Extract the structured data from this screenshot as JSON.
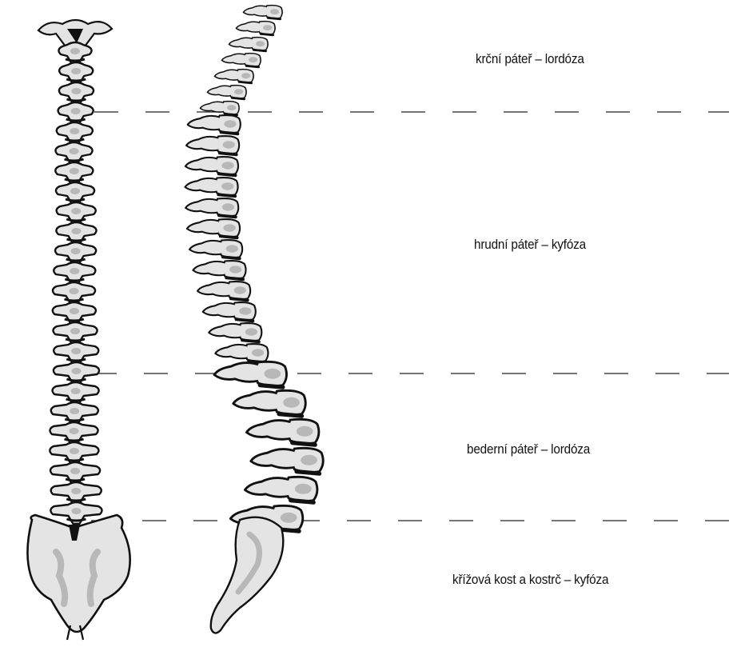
{
  "labels": {
    "cervical": "krční páteř – lordóza",
    "thoracic": "hrudní páteř – kyfóza",
    "lumbar": "bederní páteř – lordóza",
    "sacral": "křížová kost a kostrč – kyfóza"
  },
  "colors": {
    "bone_fill": "#e4e4e4",
    "bone_outline": "#111111",
    "bone_shade": "#b8b8b8",
    "divider": "#222222"
  }
}
